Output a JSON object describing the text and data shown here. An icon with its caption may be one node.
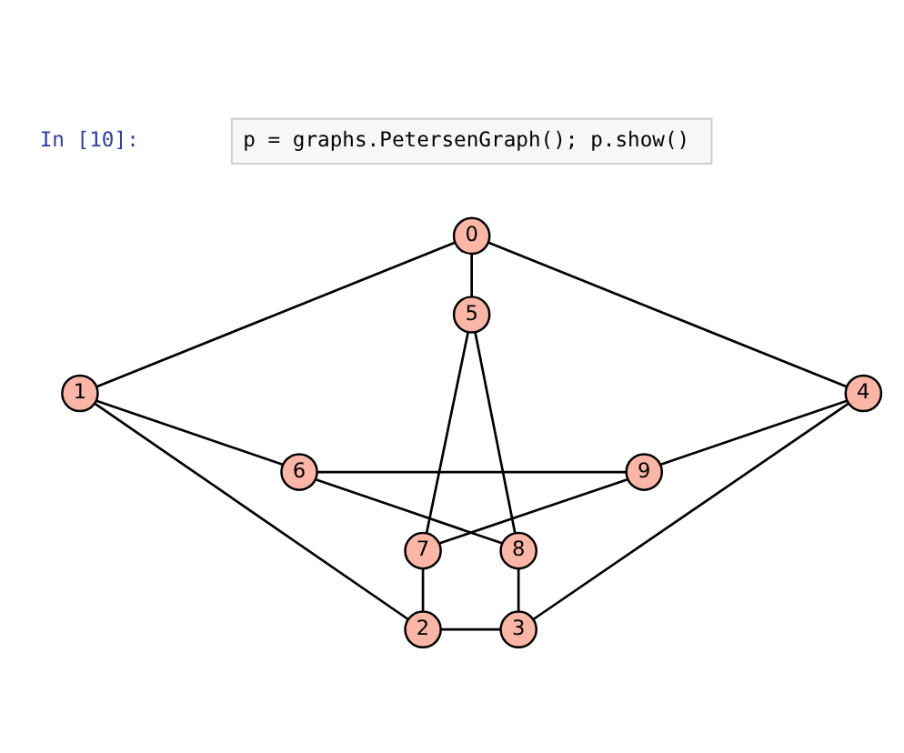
{
  "diagram": {
    "nodes": [
      {
        "text": [
          "0"
        ]
      },
      {
        "text": [
          "1"
        ]
      },
      {
        "text": [
          "2"
        ]
      },
      {
        "text": [
          "3"
        ]
      },
      {
        "text": [
          "4"
        ]
      },
      {
        "text": [
          "5"
        ]
      },
      {
        "text": [
          "6"
        ]
      },
      {
        "text": [
          "7"
        ]
      },
      {
        "text": [
          "8"
        ]
      },
      {
        "text": [
          "9"
        ]
      }
    ],
    "edges": [
      {
        "from": 0,
        "to": 1,
        "arrow": "none"
      },
      {
        "from": 0,
        "to": 5,
        "arrow": "none"
      },
      {
        "from": 0,
        "to": 4,
        "arrow": "none"
      },
      {
        "from": 1,
        "to": 2,
        "arrow": "none"
      },
      {
        "from": 1,
        "to": 6,
        "arrow": "none"
      },
      {
        "from": 5,
        "to": 7,
        "arrow": "none"
      },
      {
        "from": 5,
        "to": 8,
        "arrow": "none"
      },
      {
        "from": 4,
        "to": 9,
        "arrow": "none"
      },
      {
        "from": 4,
        "to": 3,
        "arrow": "none"
      },
      {
        "from": 6,
        "to": 9,
        "arrow": "none"
      },
      {
        "from": 6,
        "to": 8,
        "arrow": "none"
      },
      {
        "from": 9,
        "to": 7,
        "arrow": "none"
      },
      {
        "from": 7,
        "to": 2,
        "arrow": "none"
      },
      {
        "from": 8,
        "to": 3,
        "arrow": "none"
      },
      {
        "from": 2,
        "to": 3,
        "arrow": "none"
      }
    ],
    "labels": [
      "In [10]:",
      "p = graphs.PetersenGraph(); p.show()"
    ]
  }
}
